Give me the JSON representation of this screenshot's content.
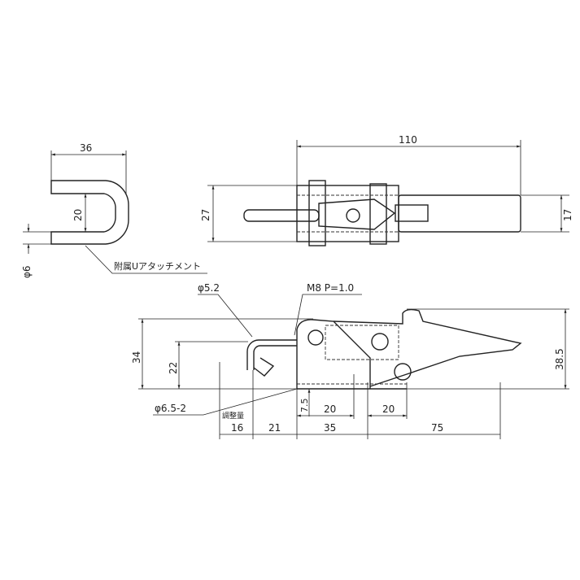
{
  "u_attachment": {
    "dim_width": "36",
    "dim_inner": "20",
    "dim_wire": "φ6",
    "label": "附属Uアタッチメント"
  },
  "top_view": {
    "dim_length": "110",
    "dim_height": "27",
    "dim_tube": "17"
  },
  "side_view": {
    "dim_hook_wire": "φ5.2",
    "dim_thread": "M8 P=1.0",
    "dim_height_total": "34",
    "dim_hook_height": "22",
    "dim_lever_height": "38.5",
    "dim_holes": "φ6.5-2",
    "dim_hole_offset": "7.5",
    "dim_hole_pitch_left": "20",
    "dim_hole_pitch_right": "20",
    "adjust_label": "調整量",
    "dim_adjust": "16",
    "dim_hook_reach": "21",
    "dim_base": "35",
    "dim_lever": "75"
  }
}
